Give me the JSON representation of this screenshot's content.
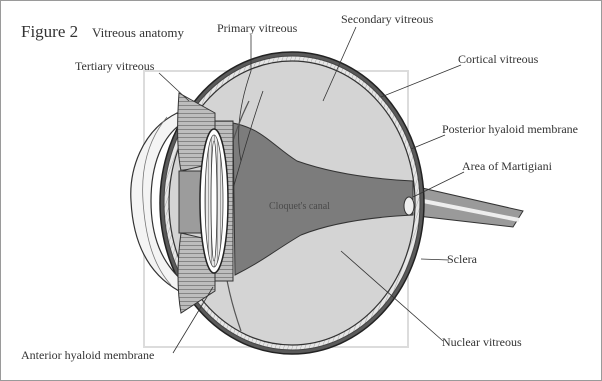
{
  "figure": {
    "title": "Figure 2",
    "subtitle": "Vitreous anatomy"
  },
  "labels": {
    "primary_vitreous": "Primary vitreous",
    "secondary_vitreous": "Secondary vitreous",
    "tertiary_vitreous": "Tertiary vitreous",
    "cortical_vitreous": "Cortical vitreous",
    "posterior_hyaloid_membrane": "Posterior hyaloid membrane",
    "area_of_martigiani": "Area of Martigiani",
    "sclera": "Sclera",
    "nuclear_vitreous": "Nuclear vitreous",
    "anterior_hyaloid_membrane": "Anterior hyaloid membrane",
    "cloquets_canal": "Cloquet's canal"
  },
  "colors": {
    "text": "#333333",
    "secondary_vitreous_fill": "#d6d6d6",
    "primary_vitreous_fill": "#7a7a7a",
    "eye_wall": "#555555",
    "optic_nerve": "#8a8a8a"
  }
}
